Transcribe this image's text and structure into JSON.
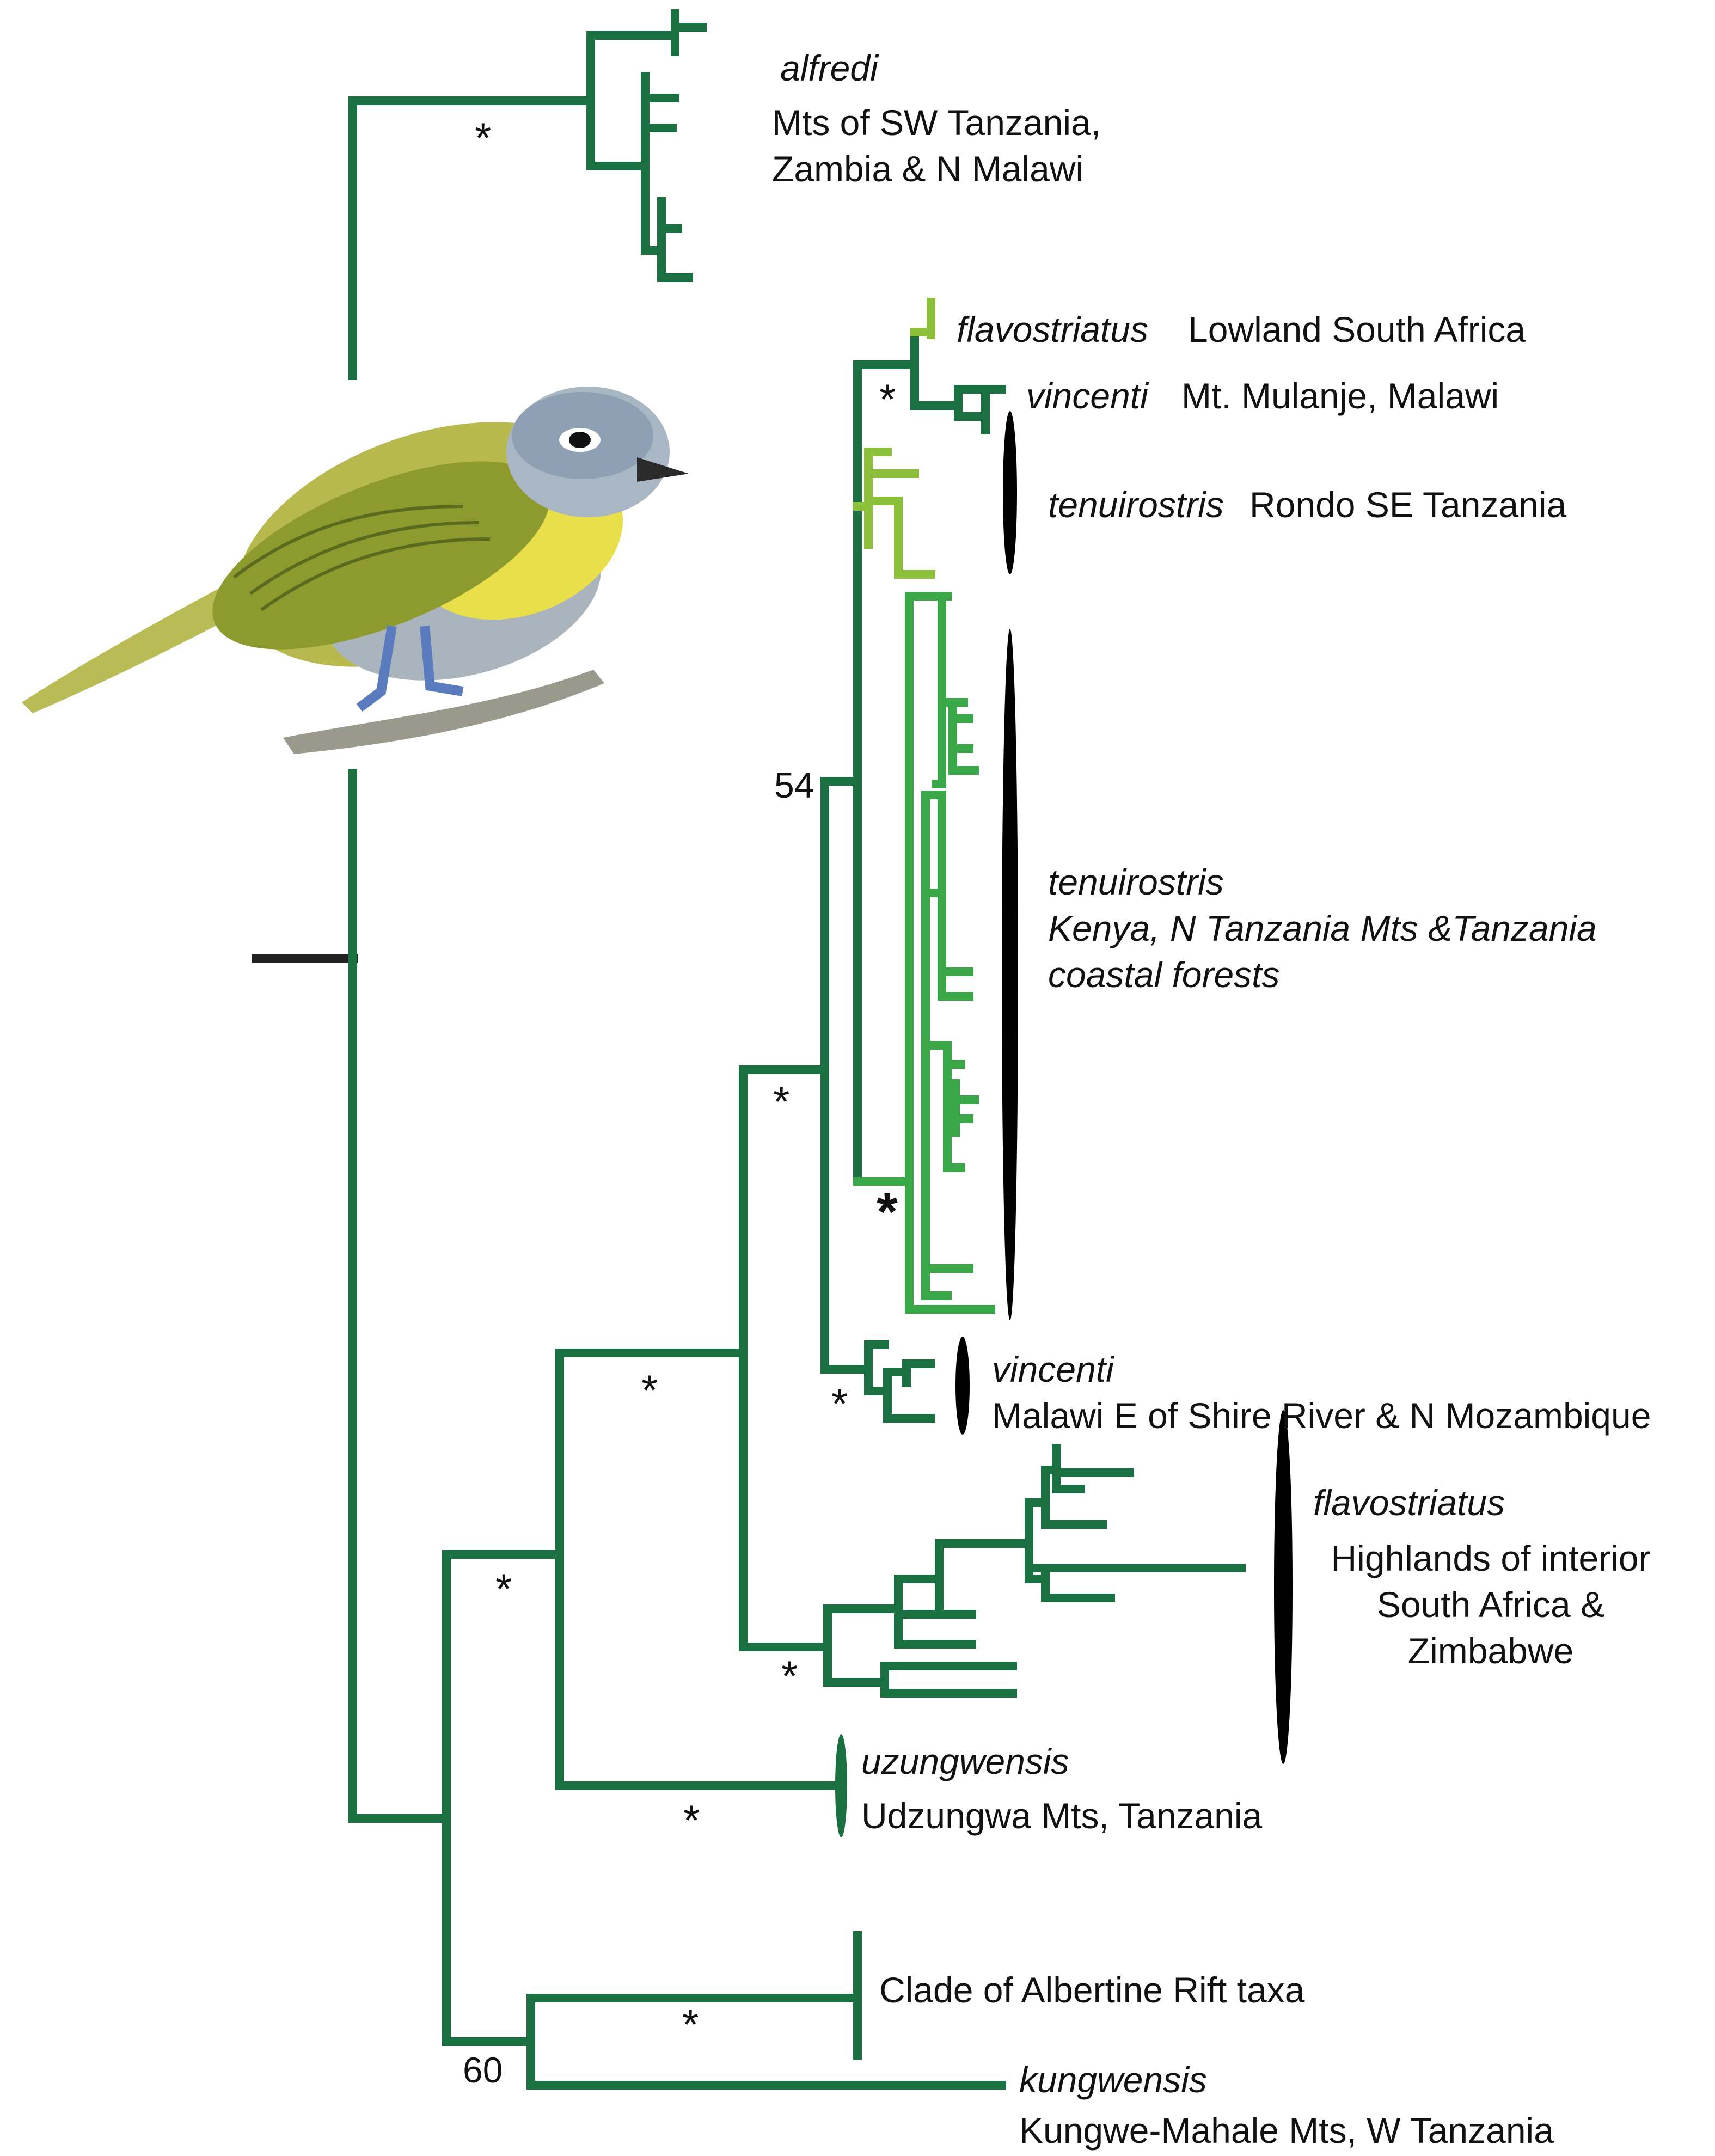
{
  "colors": {
    "dark_green": "#1a7040",
    "medium_green": "#3aa848",
    "light_green": "#8cbf3a",
    "black": "#000000"
  },
  "clades": [
    {
      "id": "alfredi",
      "taxon": "alfredi",
      "location_lines": [
        "Mts of SW Tanzania,",
        "Zambia & N Malawi"
      ]
    },
    {
      "id": "flavo_low",
      "taxon": "flavostriatus",
      "location_lines": [
        "Lowland South Africa"
      ]
    },
    {
      "id": "vincenti_mulanje",
      "taxon": "vincenti",
      "location_lines": [
        "Mt. Mulanje, Malawi"
      ]
    },
    {
      "id": "tenui_rondo",
      "taxon": "tenuirostris",
      "location_lines": [
        "Rondo SE Tanzania"
      ]
    },
    {
      "id": "tenui_kenya",
      "taxon": "tenuirostris",
      "location_lines": [
        "Kenya, N Tanzania Mts &Tanzania",
        "coastal forests"
      ]
    },
    {
      "id": "vincenti_malawi",
      "taxon": "vincenti",
      "location_lines": [
        "Malawi E of Shire River & N Mozambique"
      ]
    },
    {
      "id": "flavo_high",
      "taxon": "flavostriatus",
      "location_lines": [
        "Highlands of interior",
        "South Africa &",
        "Zimbabwe"
      ]
    },
    {
      "id": "uzungwensis",
      "taxon": "uzungwensis",
      "location_lines": [
        "Udzungwa Mts, Tanzania"
      ]
    },
    {
      "id": "albertine",
      "taxon": "",
      "location_lines": [
        "Clade of Albertine Rift taxa"
      ]
    },
    {
      "id": "kungwensis",
      "taxon": "kungwensis",
      "location_lines": [
        "Kungwe-Mahale Mts, W Tanzania"
      ]
    }
  ],
  "support": {
    "star": "*",
    "node_54": "54",
    "node_60": "60"
  },
  "illustration": {
    "subject": "bird-illustration"
  }
}
